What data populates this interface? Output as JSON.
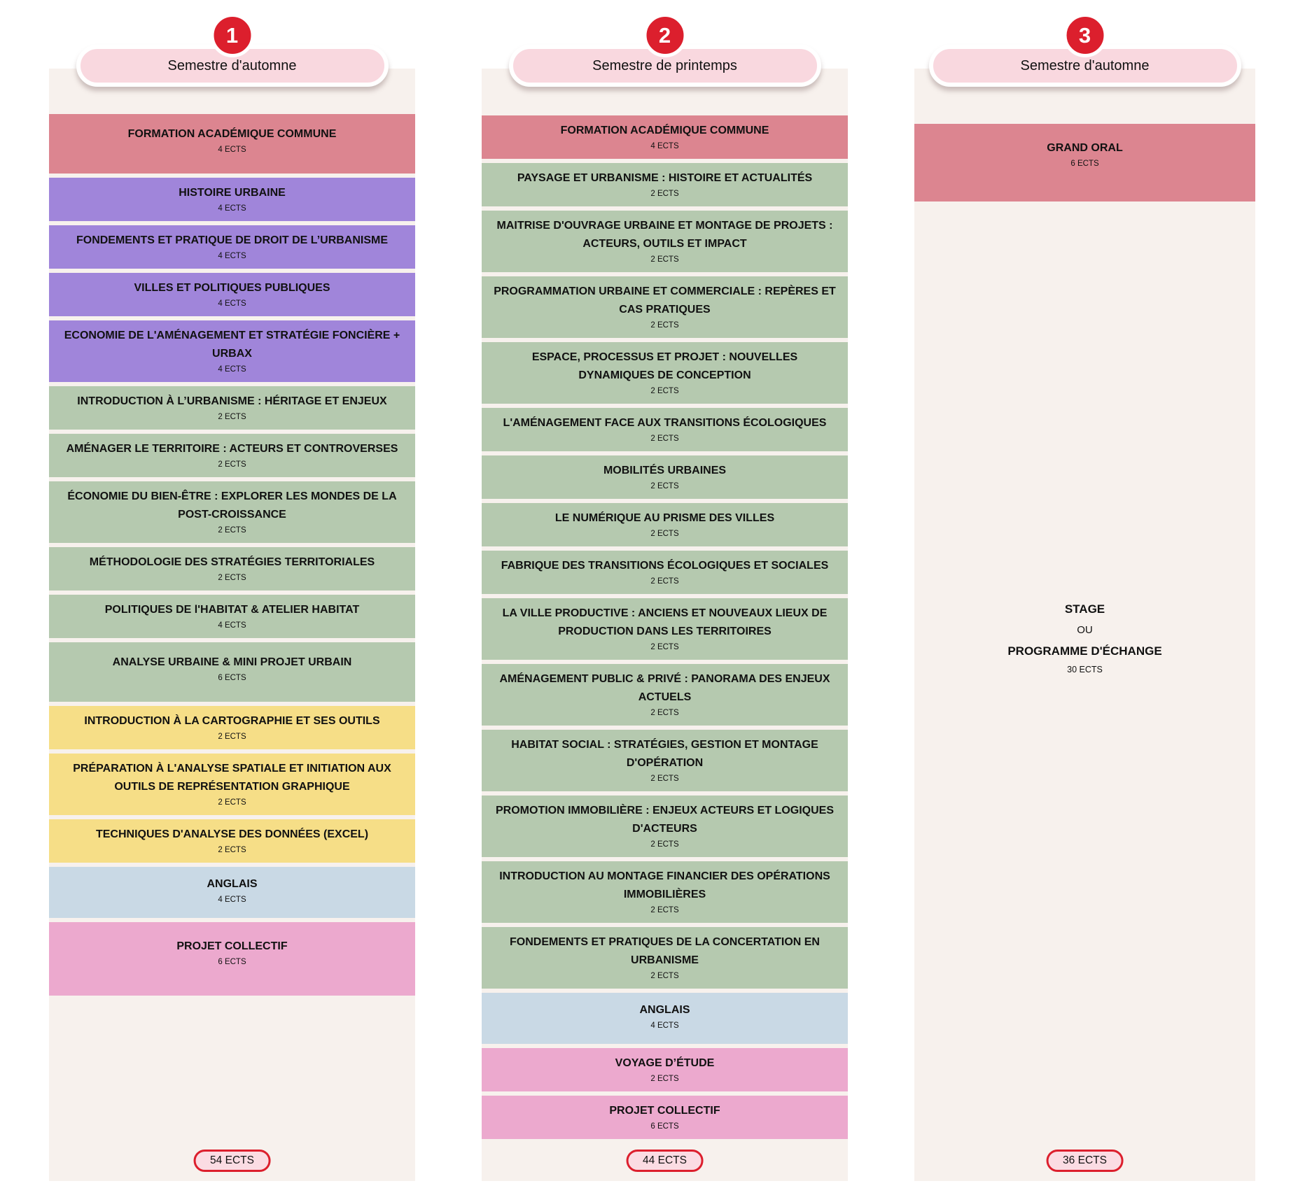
{
  "palette": {
    "panel": "#f7f1ed",
    "number_badge": "#dc1f2d",
    "header_pill": "#f9d8df",
    "total_pill_bg": "#fbdce3",
    "total_pill_border": "#dc1f2d",
    "red": "#dc8590",
    "purple": "#a085da",
    "green": "#b5c9af",
    "yellow": "#f6de87",
    "blue": "#c9d9e5",
    "pink": "#eca9ce"
  },
  "columns": [
    {
      "number": "1",
      "semester_label": "Semestre d'automne",
      "total_ects": "54 ECTS",
      "courses": [
        {
          "title": "FORMATION ACADÉMIQUE COMMUNE",
          "ects": "4 ECTS",
          "category": "red",
          "size": "l"
        },
        {
          "title": "HISTOIRE URBAINE",
          "ects": "4 ECTS",
          "category": "purple"
        },
        {
          "title": "FONDEMENTS ET PRATIQUE DE DROIT DE L’URBANISME",
          "ects": "4 ECTS",
          "category": "purple"
        },
        {
          "title": "VILLES ET POLITIQUES PUBLIQUES",
          "ects": "4 ECTS",
          "category": "purple"
        },
        {
          "title": "ECONOMIE DE L'AMÉNAGEMENT ET STRATÉGIE FONCIÈRE + URBAX",
          "ects": "4 ECTS",
          "category": "purple"
        },
        {
          "title": "INTRODUCTION À L’URBANISME : HÉRITAGE ET ENJEUX",
          "ects": "2 ECTS",
          "category": "green"
        },
        {
          "title": "AMÉNAGER LE TERRITOIRE : ACTEURS ET CONTROVERSES",
          "ects": "2 ECTS",
          "category": "green"
        },
        {
          "title": "ÉCONOMIE DU BIEN-ÊTRE : EXPLORER LES MONDES DE LA POST-CROISSANCE",
          "ects": "2 ECTS",
          "category": "green"
        },
        {
          "title": "MÉTHODOLOGIE DES STRATÉGIES TERRITORIALES",
          "ects": "2 ECTS",
          "category": "green"
        },
        {
          "title": "POLITIQUES DE l'HABITAT & ATELIER HABITAT",
          "ects": "4 ECTS",
          "category": "green"
        },
        {
          "title": "ANALYSE URBAINE & MINI PROJET URBAIN",
          "ects": "6 ECTS",
          "category": "green",
          "size": "l"
        },
        {
          "title": "INTRODUCTION À LA CARTOGRAPHIE ET SES OUTILS",
          "ects": "2 ECTS",
          "category": "yellow"
        },
        {
          "title": "PRÉPARATION À L'ANALYSE SPATIALE ET INITIATION AUX OUTILS DE REPRÉSENTATION GRAPHIQUE",
          "ects": "2 ECTS",
          "category": "yellow"
        },
        {
          "title": "TECHNIQUES D'ANALYSE DES DONNÉES (EXCEL)",
          "ects": "2 ECTS",
          "category": "yellow"
        },
        {
          "title": "ANGLAIS",
          "ects": "4 ECTS",
          "category": "blue",
          "size": "ml"
        },
        {
          "title": "PROJET COLLECTIF",
          "ects": "6 ECTS",
          "category": "pink",
          "size": "xl"
        }
      ]
    },
    {
      "number": "2",
      "semester_label": "Semestre de printemps",
      "total_ects": "44 ECTS",
      "courses": [
        {
          "title": "FORMATION ACADÉMIQUE COMMUNE",
          "ects": "4 ECTS",
          "category": "red"
        },
        {
          "title": "PAYSAGE ET URBANISME : HISTOIRE ET ACTUALITÉS",
          "ects": "2 ECTS",
          "category": "green"
        },
        {
          "title": "MAITRISE D'OUVRAGE URBAINE ET MONTAGE DE PROJETS : ACTEURS, OUTILS ET IMPACT",
          "ects": "2 ECTS",
          "category": "green"
        },
        {
          "title": "PROGRAMMATION URBAINE ET COMMERCIALE : REPÈRES ET CAS PRATIQUES",
          "ects": "2 ECTS",
          "category": "green"
        },
        {
          "title": "ESPACE, PROCESSUS ET PROJET : NOUVELLES DYNAMIQUES DE CONCEPTION",
          "ects": "2 ECTS",
          "category": "green"
        },
        {
          "title": "L'AMÉNAGEMENT FACE AUX TRANSITIONS ÉCOLOGIQUES",
          "ects": "2 ECTS",
          "category": "green"
        },
        {
          "title": "MOBILITÉS URBAINES",
          "ects": "2 ECTS",
          "category": "green"
        },
        {
          "title": "LE NUMÉRIQUE AU PRISME DES VILLES",
          "ects": "2 ECTS",
          "category": "green"
        },
        {
          "title": "FABRIQUE DES TRANSITIONS ÉCOLOGIQUES ET SOCIALES",
          "ects": "2 ECTS",
          "category": "green"
        },
        {
          "title": "LA VILLE PRODUCTIVE : ANCIENS ET NOUVEAUX LIEUX DE PRODUCTION DANS LES TERRITOIRES",
          "ects": "2 ECTS",
          "category": "green"
        },
        {
          "title": "AMÉNAGEMENT PUBLIC & PRIVÉ : PANORAMA DES ENJEUX ACTUELS",
          "ects": "2 ECTS",
          "category": "green"
        },
        {
          "title": "HABITAT SOCIAL : STRATÉGIES, GESTION ET MONTAGE D'OPÉRATION",
          "ects": "2 ECTS",
          "category": "green"
        },
        {
          "title": "PROMOTION IMMOBILIÈRE : ENJEUX ACTEURS ET LOGIQUES D'ACTEURS",
          "ects": "2 ECTS",
          "category": "green"
        },
        {
          "title": "INTRODUCTION AU MONTAGE FINANCIER DES OPÉRATIONS IMMOBILIÈRES",
          "ects": "2 ECTS",
          "category": "green"
        },
        {
          "title": "FONDEMENTS ET PRATIQUES DE LA CONCERTATION EN URBANISME",
          "ects": "2 ECTS",
          "category": "green"
        },
        {
          "title": "ANGLAIS",
          "ects": "4 ECTS",
          "category": "blue",
          "size": "ml"
        },
        {
          "title": "VOYAGE D’ÉTUDE",
          "ects": "2 ECTS",
          "category": "pink"
        },
        {
          "title": "PROJET COLLECTIF",
          "ects": "6 ECTS",
          "category": "pink"
        }
      ]
    },
    {
      "number": "3",
      "semester_label": "Semestre d'automne",
      "total_ects": "36 ECTS",
      "courses": [
        {
          "title": "GRAND ORAL",
          "ects": "6 ECTS",
          "category": "red",
          "size": "xxl"
        }
      ],
      "free_block": {
        "lines": [
          {
            "text": "STAGE",
            "bold": true
          },
          {
            "text": "OU",
            "bold": false
          },
          {
            "text": "PROGRAMME D'ÉCHANGE",
            "bold": true
          }
        ],
        "ects": "30 ECTS"
      }
    }
  ]
}
